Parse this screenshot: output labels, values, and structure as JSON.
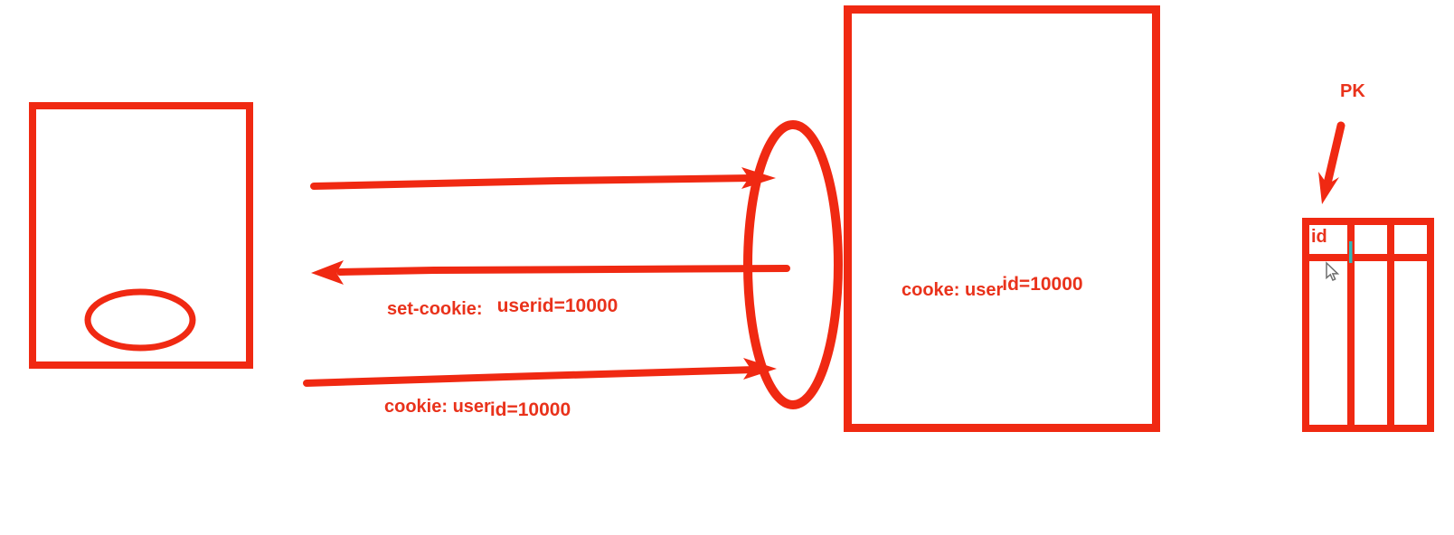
{
  "colors": {
    "ink": "#f02912",
    "text": "#e9321b",
    "caret": "#2fb8b8",
    "cursor_outline": "#6e6e6e"
  },
  "diagram": {
    "response_label": {
      "prefix": "set-cookie:",
      "value": "userid=10000"
    },
    "cookie_request_label": {
      "prefix": "cookie: user",
      "value": "id=10000"
    },
    "server_note_label": {
      "prefix": "cooke: user",
      "value": "id=10000"
    },
    "pk_label": "PK",
    "db_table": {
      "col1_header": "id"
    }
  }
}
